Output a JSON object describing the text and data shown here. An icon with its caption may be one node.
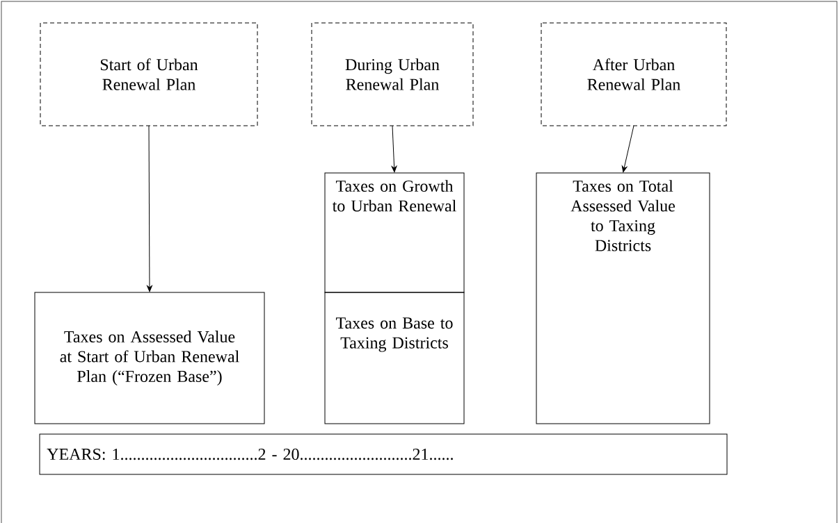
{
  "diagram": {
    "nodes": [
      {
        "text": [
          "Start of Urban Renewal Plan"
        ]
      },
      {
        "text": [
          "During Urban Renewal Plan"
        ]
      },
      {
        "text": [
          "After Urban Renewal Plan"
        ]
      },
      {
        "text": [
          "Taxes on Assessed Value at Start of Urban Renewal Plan (“Frozen Base”)"
        ]
      },
      {
        "text": [
          "Taxes on Growth to Urban Renewal"
        ]
      },
      {
        "text": [
          "Taxes on Base to Taxing Districts"
        ]
      },
      {
        "text": [
          "Taxes on Total Assessed Value to Taxing Districts"
        ]
      },
      {
        "text": [
          "YEARS: 1.................................2 - 20...........................21......"
        ]
      }
    ],
    "edges": [
      {
        "from": 0,
        "to": 3,
        "arrow": "to"
      },
      {
        "from": 1,
        "to": 4,
        "arrow": "to"
      },
      {
        "from": 2,
        "to": 6,
        "arrow": "to"
      }
    ]
  }
}
